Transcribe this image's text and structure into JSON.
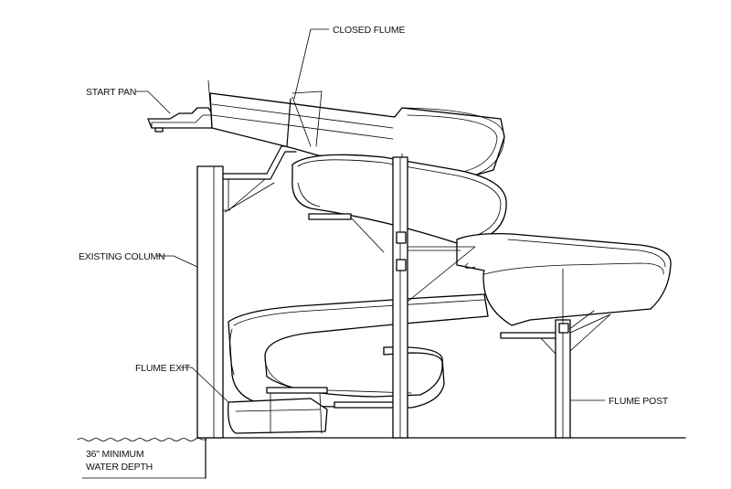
{
  "labels": {
    "closed_flume": "CLOSED FLUME",
    "start_pan": "START PAN",
    "existing_column": "EXISTING COLUMN",
    "flume_exit": "FLUME EXIT",
    "flume_post": "FLUME POST",
    "water_depth_line1": "36\" MINIMUM",
    "water_depth_line2": "WATER DEPTH"
  },
  "colors": {
    "line": "#000000",
    "background": "#ffffff"
  }
}
